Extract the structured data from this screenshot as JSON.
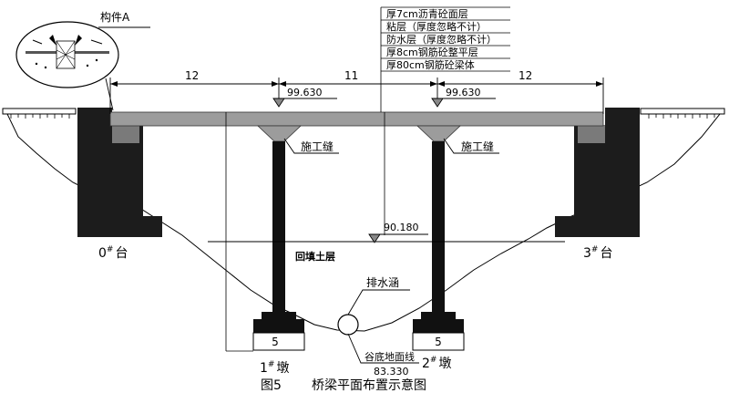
{
  "labels": {
    "component_a": "构件A",
    "dim_left": "12",
    "dim_mid": "11",
    "dim_right": "12",
    "elev_left": "99.630",
    "elev_right": "99.630",
    "construction_joint_left": "施工缝",
    "construction_joint_right": "施工缝",
    "elev_water": "90.180",
    "backfill": "回填土层",
    "culvert": "排水涵",
    "valley_line": "谷底地面线",
    "elev_valley": "83.330",
    "footing_left": "5",
    "footing_right": "5",
    "abutment_0": "0",
    "abutment_3": "3",
    "pier_1": "1",
    "pier_2": "2",
    "sup_hash": "#",
    "abutment_suffix": "台",
    "pier_suffix": "墩",
    "caption_num": "图5",
    "caption_text": "桥梁平面布置示意图"
  },
  "layers": [
    "厚7cm沥青砼面层",
    "粘层（厚度忽略不计）",
    "防水层（厚度忽略不计）",
    "厚8cm钢筋砼整平层",
    "厚80cm钢筋砼梁体"
  ]
}
